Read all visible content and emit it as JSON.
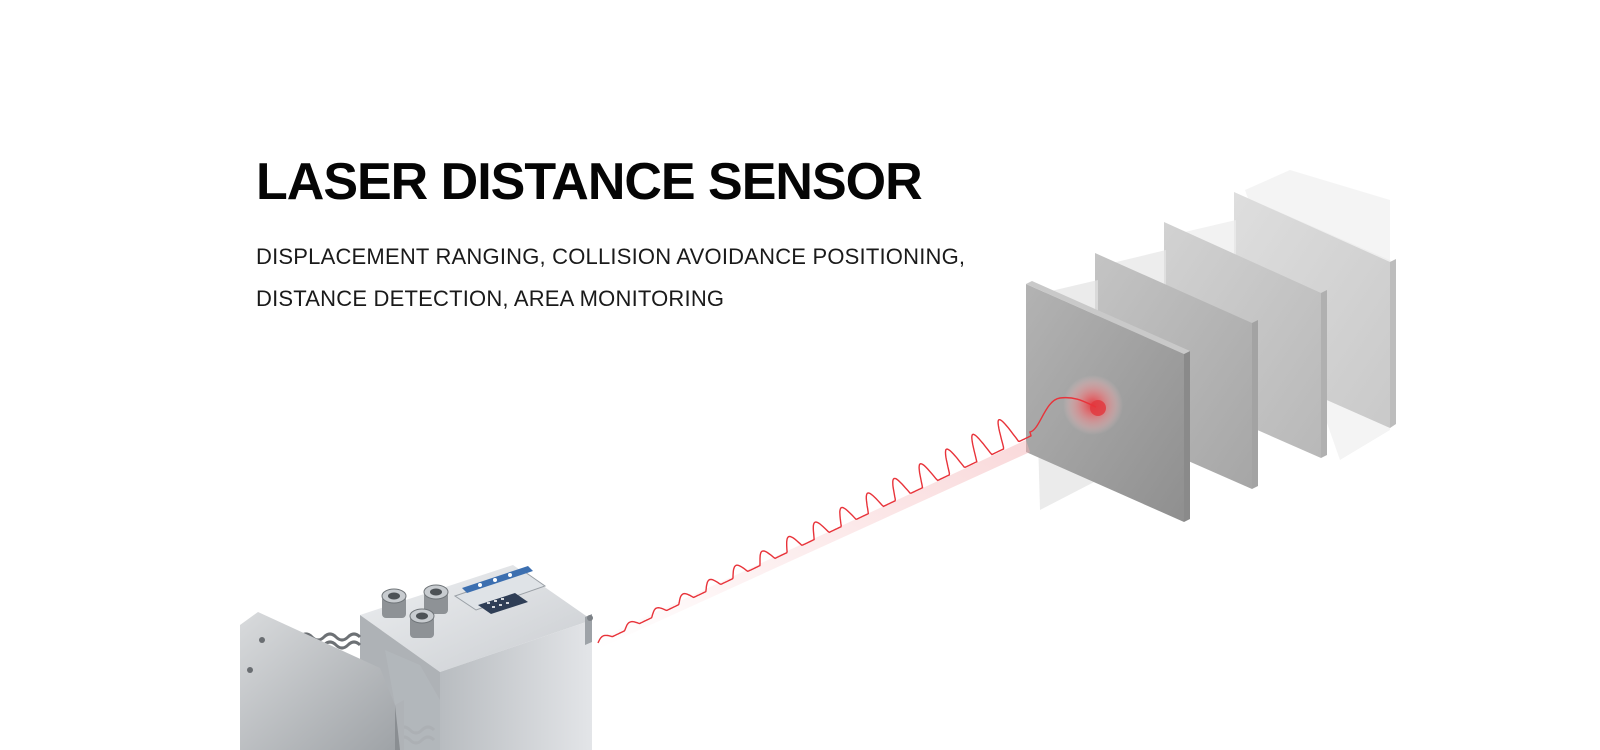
{
  "hero": {
    "title": "LASER DISTANCE SENSOR",
    "subtitle_lines": [
      "DISPLACEMENT RANGING, COLLISION AVOIDANCE POSITIONING,",
      "DISTANCE DETECTION, AREA MONITORING"
    ]
  },
  "illustration": {
    "laser_color": "#e8333a",
    "panel_colors": [
      "#a9a9a9",
      "#b9b9b9",
      "#c9c9c9",
      "#d8d8d8"
    ],
    "sensor_body_color": "#c4c6c8",
    "icons": [
      "laser-sensor-device-icon",
      "laser-beam-icon",
      "target-panels-icon",
      "laser-spot-icon"
    ]
  }
}
